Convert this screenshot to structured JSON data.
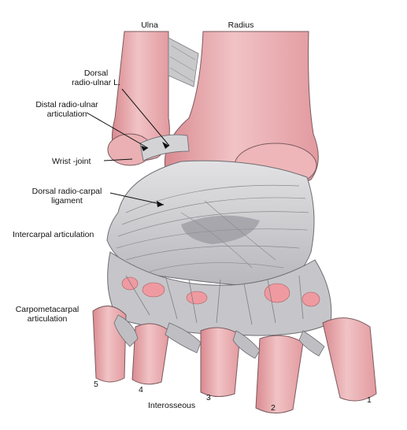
{
  "labels": {
    "ulna": "Ulna",
    "radius": "Radius",
    "dorsal_radio_ulnar": [
      "Dorsal",
      "radio-ulnar L."
    ],
    "distal_radio_ulnar": [
      "Distal radio-ulnar",
      "articulation"
    ],
    "wrist_joint": "Wrist -joint",
    "dorsal_radio_carpal": [
      "Dorsal radio-carpal",
      "ligament"
    ],
    "intercarpal": "Intercarpal articulation",
    "carpometacarpal": [
      "Carpometacarpal",
      "articulation"
    ],
    "interosseous": "Interosseous"
  },
  "digit_numbers": [
    "5",
    "4",
    "3",
    "2",
    "1"
  ],
  "colors": {
    "bone": "#e9a9ad",
    "bone_shade": "#d98a90",
    "ligament": "#cfcfd2",
    "ligament_shade": "#8f8f95",
    "outline": "#5a4a4c"
  }
}
